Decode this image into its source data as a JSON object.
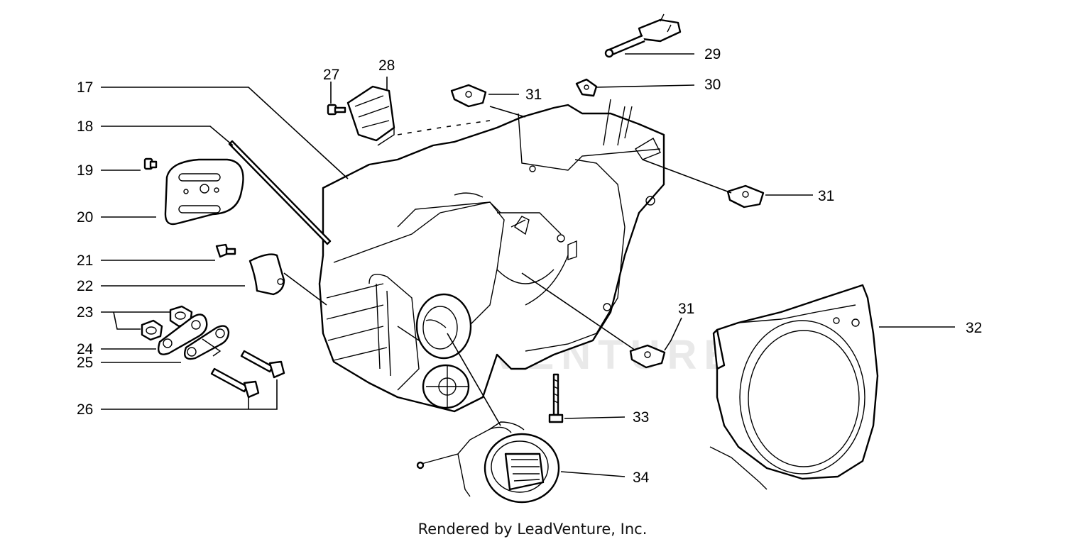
{
  "diagram": {
    "callouts": [
      {
        "id": "17",
        "text": "17"
      },
      {
        "id": "18",
        "text": "18"
      },
      {
        "id": "19",
        "text": "19"
      },
      {
        "id": "20",
        "text": "20"
      },
      {
        "id": "21",
        "text": "21"
      },
      {
        "id": "22",
        "text": "22"
      },
      {
        "id": "23",
        "text": "23"
      },
      {
        "id": "24",
        "text": "24"
      },
      {
        "id": "25",
        "text": "25"
      },
      {
        "id": "26",
        "text": "26"
      },
      {
        "id": "27",
        "text": "27"
      },
      {
        "id": "28",
        "text": "28"
      },
      {
        "id": "29",
        "text": "29"
      },
      {
        "id": "30",
        "text": "30"
      },
      {
        "id": "31a",
        "text": "31"
      },
      {
        "id": "31b",
        "text": "31"
      },
      {
        "id": "31c",
        "text": "31"
      },
      {
        "id": "32",
        "text": "32"
      },
      {
        "id": "33",
        "text": "33"
      },
      {
        "id": "34",
        "text": "34"
      }
    ],
    "watermark": "LEADVENTURE",
    "credit": "Rendered by LeadVenture, Inc."
  }
}
